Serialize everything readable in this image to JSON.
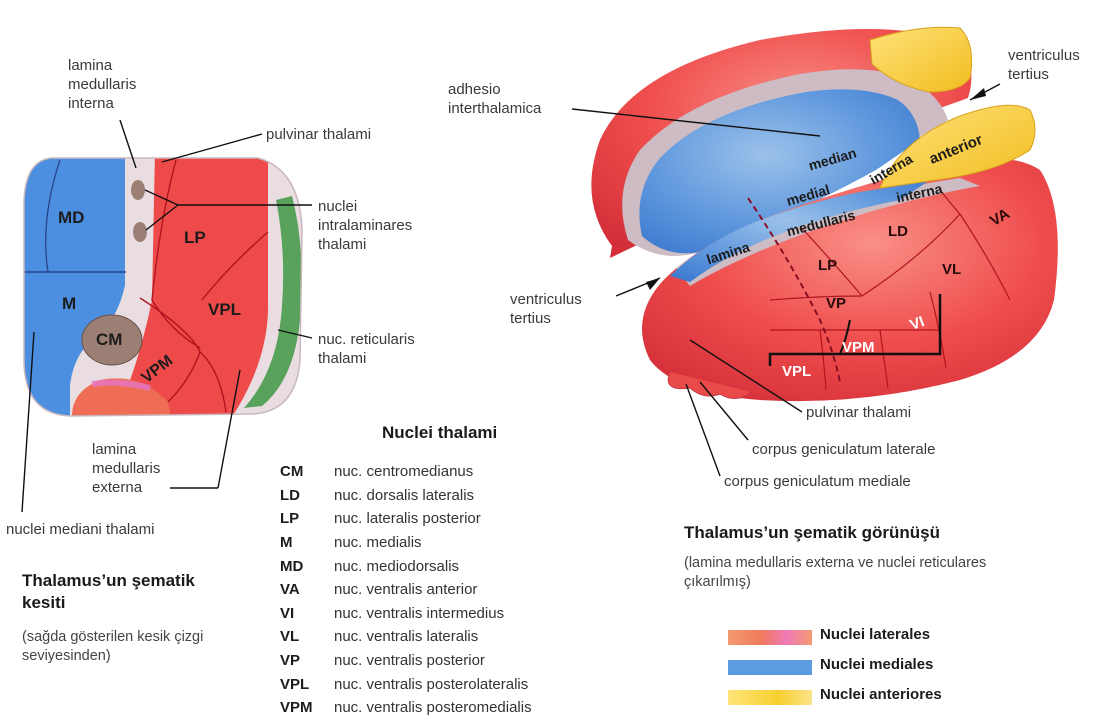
{
  "left_section": {
    "labels": {
      "lamina_medullaris_interna": "lamina\nmedullaris\ninterna",
      "pulvinar_thalami": "pulvinar thalami",
      "nuclei_intralaminares": "nuclei\nintralaminares\nthalami",
      "nuc_reticularis": "nuc. reticularis\nthalami",
      "lamina_medullaris_externa": "lamina\nmedullaris\nexterna",
      "nuclei_mediani": "nuclei mediani thalami"
    },
    "region_labels": {
      "md": "MD",
      "m": "M",
      "cm": "CM",
      "lp": "LP",
      "vpl": "VPL",
      "vpm": "VPM"
    },
    "caption_title": "Thalamus’un şematik\nkesiti",
    "caption_sub": "(sağda gösterilen kesik çizgi\nseviyesinden)"
  },
  "abbreviations": {
    "title": "Nuclei thalami",
    "items": [
      {
        "abbr": "CM",
        "name": "nuc. centromedianus"
      },
      {
        "abbr": "LD",
        "name": "nuc. dorsalis lateralis"
      },
      {
        "abbr": "LP",
        "name": "nuc. lateralis posterior"
      },
      {
        "abbr": "M",
        "name": "nuc. medialis"
      },
      {
        "abbr": "MD",
        "name": "nuc. mediodorsalis"
      },
      {
        "abbr": "VA",
        "name": "nuc. ventralis anterior"
      },
      {
        "abbr": "VI",
        "name": "nuc. ventralis intermedius"
      },
      {
        "abbr": "VL",
        "name": "nuc. ventralis lateralis"
      },
      {
        "abbr": "VP",
        "name": "nuc. ventralis posterior"
      },
      {
        "abbr": "VPL",
        "name": "nuc. ventralis posterolateralis"
      },
      {
        "abbr": "VPM",
        "name": "nuc. ventralis posteromedialis"
      }
    ]
  },
  "right_section": {
    "labels": {
      "adhesio": "adhesio\ninterthalamica",
      "ventriculus_top": "ventriculus\ntertius",
      "ventriculus_left": "ventriculus\ntertius",
      "pulvinar": "pulvinar thalami",
      "cgl": "corpus geniculatum laterale",
      "cgm": "corpus geniculatum mediale"
    },
    "surface_labels": {
      "median": "median",
      "medial": "medial",
      "interna_upper": "interna",
      "anterior": "anterior",
      "interna_lower": "interna",
      "medullaris": "medullaris",
      "lamina": "lamina",
      "ld": "LD",
      "va": "VA",
      "lp": "LP",
      "vl": "VL",
      "vp": "VP",
      "vpm": "VPM",
      "vi": "VI",
      "vpl": "VPL"
    },
    "caption_title": "Thalamus’un şematik görünüşü",
    "caption_sub": "(lamina medullaris externa ve nuclei reticulares\nçıkarılmış)"
  },
  "legend": [
    {
      "label": "Nuclei laterales",
      "color": "#f28a6e"
    },
    {
      "label": "Nuclei mediales",
      "color": "#5b9be0"
    },
    {
      "label": "Nuclei anteriores",
      "color": "#f7d64a"
    }
  ],
  "colors": {
    "red": "#ef4a4a",
    "red_light": "#f47a6c",
    "blue": "#4f8fdf",
    "blue_light": "#8fb6e6",
    "yellow": "#f6cf2e",
    "green": "#58a25c",
    "gray_band": "#e8dadd",
    "cm_brown": "#9c8176"
  }
}
